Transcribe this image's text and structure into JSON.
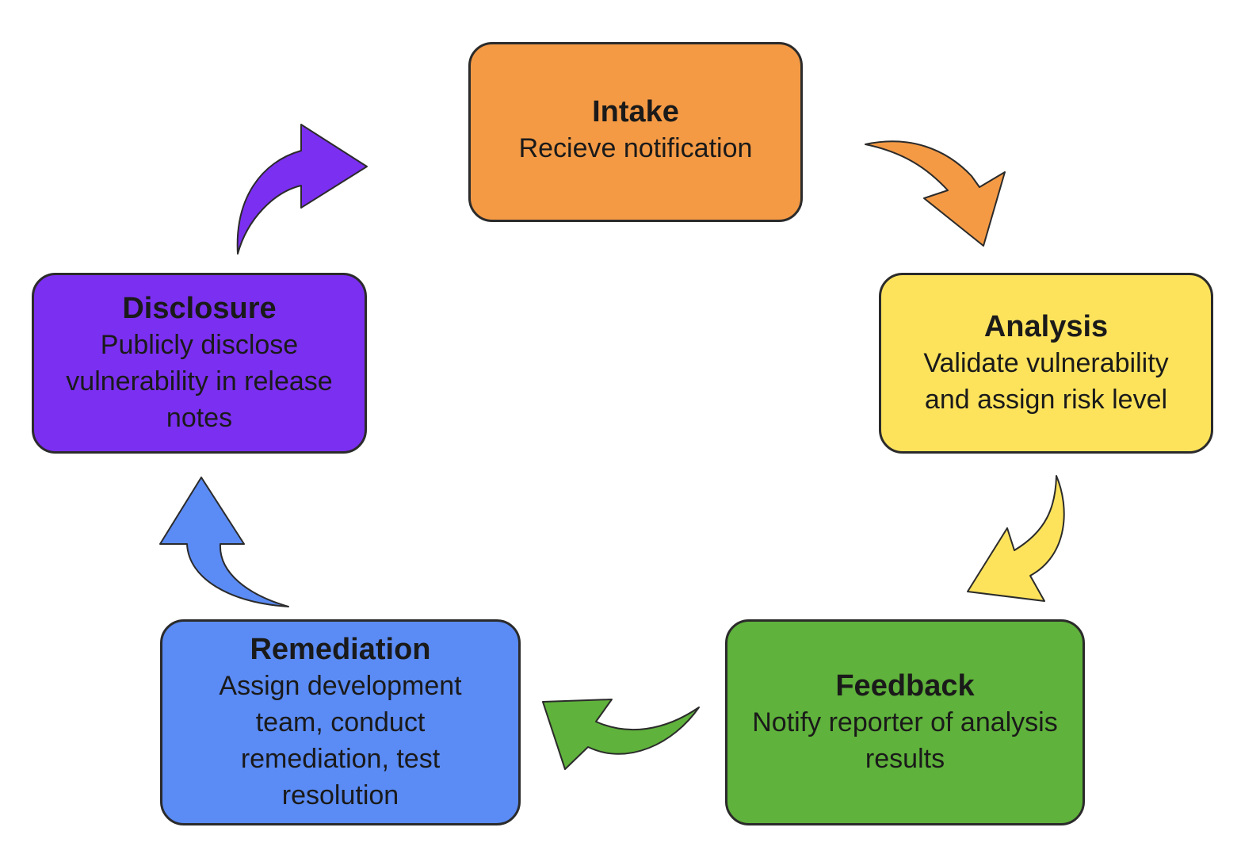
{
  "colors": {
    "intake": "#f49a45",
    "analysis": "#fde35c",
    "feedback": "#5fb23b",
    "remediation": "#5b8bf4",
    "disclosure": "#7b2ff0",
    "outline": "#2b2b2b"
  },
  "stages": {
    "intake": {
      "title": "Intake",
      "lines": [
        "Recieve notification"
      ]
    },
    "analysis": {
      "title": "Analysis",
      "lines": [
        "Validate vulnerability",
        "and assign risk level"
      ]
    },
    "feedback": {
      "title": "Feedback",
      "lines": [
        "Notify reporter of analysis",
        "results"
      ]
    },
    "remediation": {
      "title": "Remediation",
      "lines": [
        "Assign development",
        "team, conduct",
        "remediation, test",
        "resolution"
      ]
    },
    "disclosure": {
      "title": "Disclosure",
      "lines": [
        "Publicly disclose",
        "vulnerability in release",
        "notes"
      ]
    }
  },
  "arrows": [
    {
      "from": "intake",
      "to": "analysis",
      "color": "#f49a45"
    },
    {
      "from": "analysis",
      "to": "feedback",
      "color": "#fde35c"
    },
    {
      "from": "feedback",
      "to": "remediation",
      "color": "#5fb23b"
    },
    {
      "from": "remediation",
      "to": "disclosure",
      "color": "#5b8bf4"
    },
    {
      "from": "disclosure",
      "to": "intake",
      "color": "#7b2ff0"
    }
  ]
}
